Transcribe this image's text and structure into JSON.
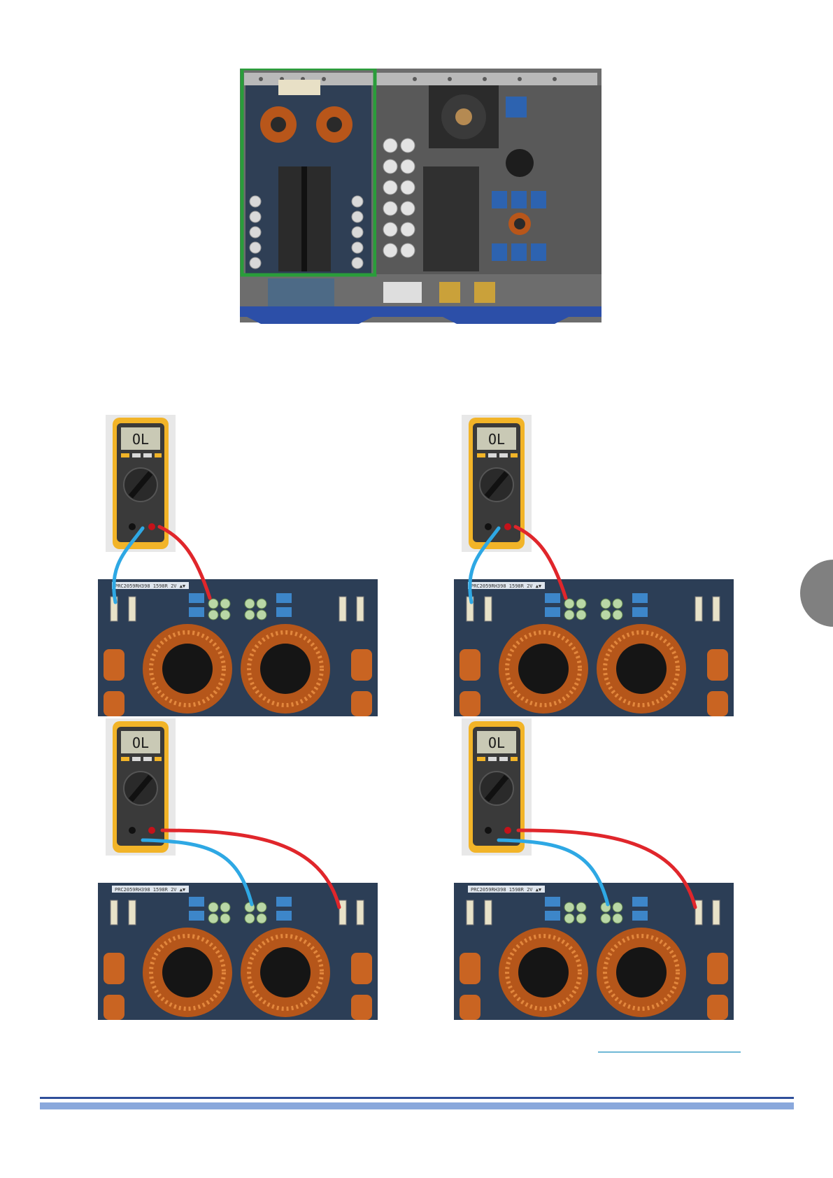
{
  "amplifier_photo": {
    "highlight_color": "#2a9d3a",
    "chassis_color": "#777777",
    "front_panel_color": "#2c4fa8"
  },
  "measurements": [
    {
      "reading": "OL",
      "red_probe": "output-1-left",
      "black_probe": "fuse-left"
    },
    {
      "reading": "OL",
      "red_probe": "output-1-left",
      "black_probe": "fuse-left"
    },
    {
      "reading": "OL",
      "red_probe": "fuse-right",
      "black_probe": "output-1-left"
    },
    {
      "reading": "OL",
      "red_probe": "fuse-right",
      "black_probe": "output-1-left"
    }
  ],
  "board": {
    "barcode_label": "PRC2059RH398  1598R 2V  ▲▼"
  },
  "colors": {
    "red_lead": "#e0262b",
    "blue_lead": "#2ea8e4",
    "meter_body": "#f2b428",
    "side_tab": "#808080",
    "footer_dark": "#2f4f9a",
    "footer_light": "#8aa8dc"
  }
}
